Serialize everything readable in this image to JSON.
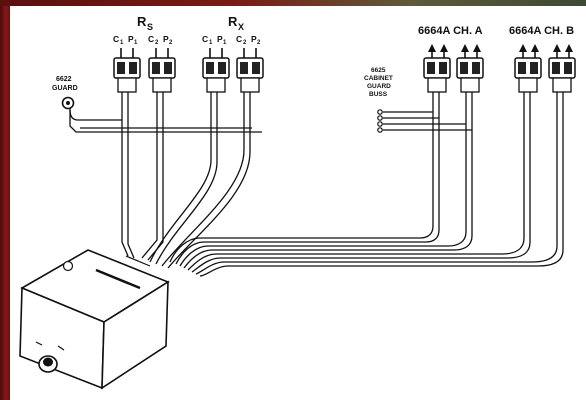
{
  "labels": {
    "rs": "R",
    "rs_sub": "S",
    "rx": "R",
    "rx_sub": "X",
    "c1": "C",
    "c1_sub": "1",
    "p1": "P",
    "p1_sub": "1",
    "c2": "C",
    "c2_sub": "2",
    "p2": "P",
    "p2_sub": "2",
    "guard_6622_line1": "6622",
    "guard_6622_line2": "GUARD",
    "cabinet_line1": "6625",
    "cabinet_line2": "CABINET",
    "cabinet_line3": "GUARD",
    "cabinet_line4": "BUSS",
    "ch_a": "6664A  CH. A",
    "ch_b": "6664A  CH. B"
  },
  "colors": {
    "frame_left": "#8a1616",
    "ink": "#111111"
  }
}
